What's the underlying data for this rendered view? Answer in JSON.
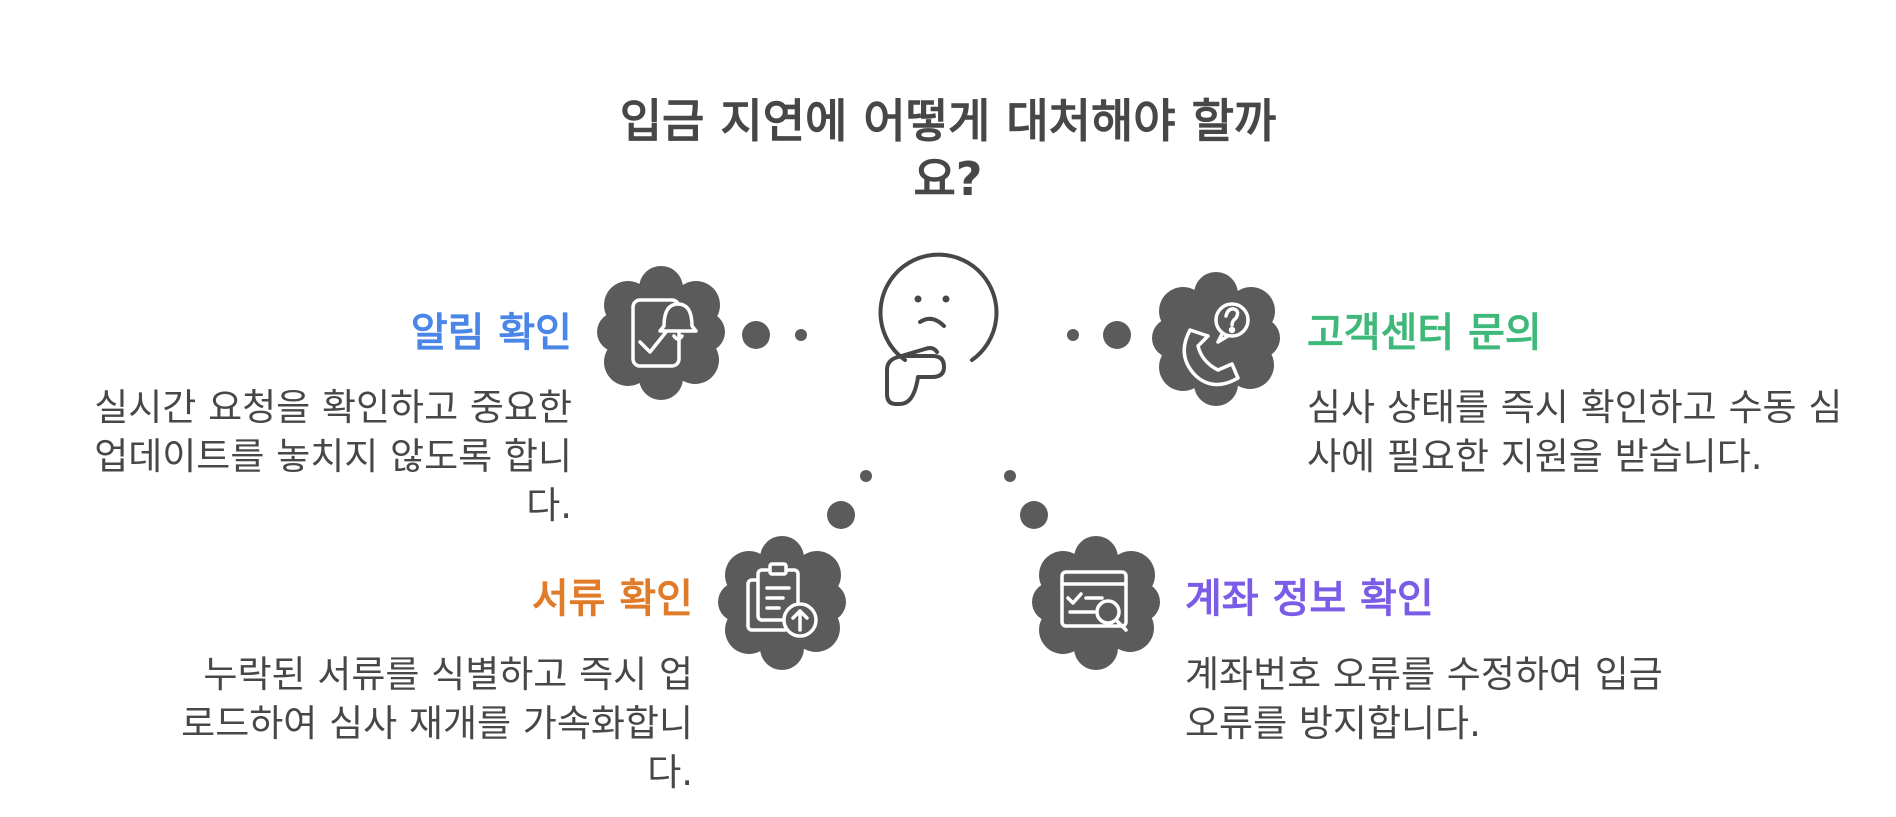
{
  "title": "입금 지연에 어떻게 대처해야 할까요?",
  "nodes": {
    "notification": {
      "heading": "알림 확인",
      "description": "실시간 요청을 확인하고 중요한 업데이트를 놓치지 않도록 합니다.",
      "color": "#4a86e8",
      "icon": "phone-bell-icon"
    },
    "support": {
      "heading": "고객센터 문의",
      "description": "심사 상태를 즉시 확인하고 수동 심사에 필요한 지원을 받습니다.",
      "color": "#3fb97a",
      "icon": "phone-question-icon"
    },
    "documents": {
      "heading": "서류 확인",
      "description": "누락된 서류를 식별하고 즉시 업로드하여 심사 재개를 가속화합니다.",
      "color": "#e07b2a",
      "icon": "document-upload-icon"
    },
    "account": {
      "heading": "계좌 정보 확인",
      "description": "계좌번호 오류를 수정하여 입금 오류를 방지합니다.",
      "color": "#7b5ce6",
      "icon": "browser-search-icon"
    }
  },
  "center_icon": "thinking-face-icon",
  "icon_fill": "#5b5b5b"
}
